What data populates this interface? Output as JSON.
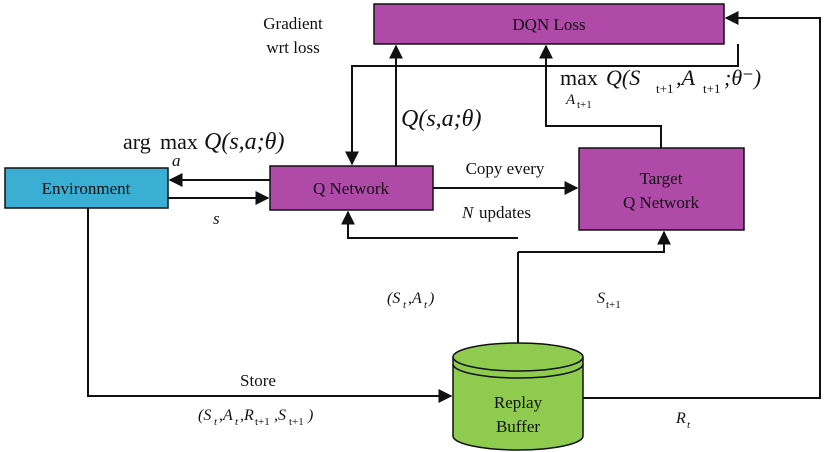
{
  "colors": {
    "network_fill": "#b04aa8",
    "environment_fill": "#3aaed3",
    "buffer_fill": "#8fcb4f",
    "stroke": "#111111",
    "arrow": "#111111"
  },
  "nodes": {
    "dqn_loss": "DQN Loss",
    "q_network": "Q Network",
    "target_line1": "Target",
    "target_line2": "Q Network",
    "environment": "Environment",
    "buffer_line1": "Replay",
    "buffer_line2": "Buffer"
  },
  "labels": {
    "gradient_line1": "Gradient",
    "gradient_line2": "wrt loss",
    "copy_every": "Copy every",
    "n_updates": "updates",
    "n_symbol": "N",
    "state_s": "s",
    "store": "Store",
    "argmax_prefix": "arg",
    "max": "max",
    "argmax_sub": "a",
    "q_func": "Q(s,a;θ)",
    "target_q": "Q(S",
    "target_q_rest": ",A",
    "target_q_end": ";θ⁻)",
    "t_plus_1": "t+1",
    "a_t1_sub": "A",
    "st_at": "(S",
    "st_at_mid": ",A",
    "st_at_end": ")",
    "sub_t": "t",
    "s_t1": "S",
    "r_t": "R",
    "tuple_open": "(S",
    "tuple_a": ",A",
    "tuple_r": ",R",
    "tuple_s": ",S",
    "tuple_close": ")"
  }
}
